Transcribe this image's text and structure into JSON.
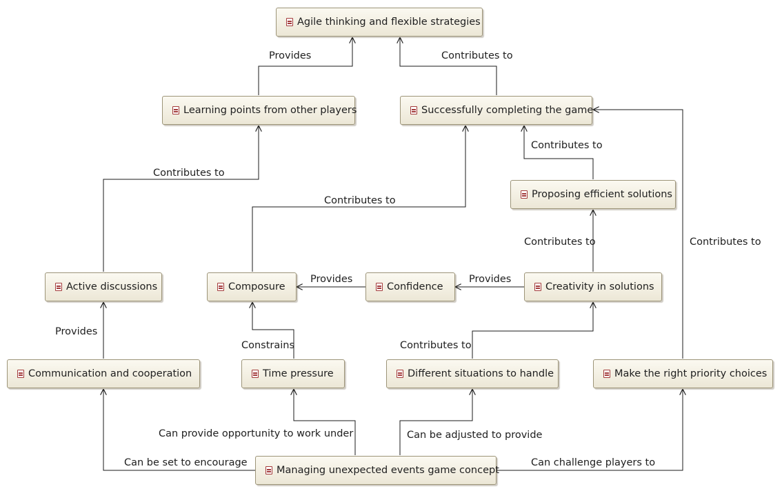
{
  "nodes": {
    "agile": "Agile thinking and flexible strategies",
    "learning": "Learning points from other players",
    "success": "Successfully completing the game",
    "proposing": "Proposing efficient solutions",
    "active": "Active discussions",
    "composure": "Composure",
    "confidence": "Confidence",
    "creativity": "Creativity in solutions",
    "communication": "Communication and cooperation",
    "time": "Time pressure",
    "situations": "Different situations to handle",
    "priority": "Make the right priority choices",
    "managing": "Managing unexpected events game concept"
  },
  "edges": {
    "learning_agile": "Provides",
    "success_agile": "Contributes to",
    "active_learning": "Contributes to",
    "composure_success": "Contributes to",
    "proposing_success": "Contributes to",
    "creativity_proposing": "Contributes to",
    "priority_success": "Contributes to",
    "confidence_composure": "Provides",
    "creativity_confidence": "Provides",
    "communication_active": "Provides",
    "time_composure": "Constrains",
    "situations_creativity": "Contributes to",
    "managing_time": "Can provide opportunity to work under",
    "managing_situations": "Can be adjusted to provide",
    "managing_communication": "Can be set to encourage",
    "managing_priority": "Can challenge players to"
  },
  "colors": {
    "connector": "#1a1a1a",
    "node_border": "#9c9478",
    "icon": "#a33a3a"
  },
  "icon": "class-book-icon"
}
